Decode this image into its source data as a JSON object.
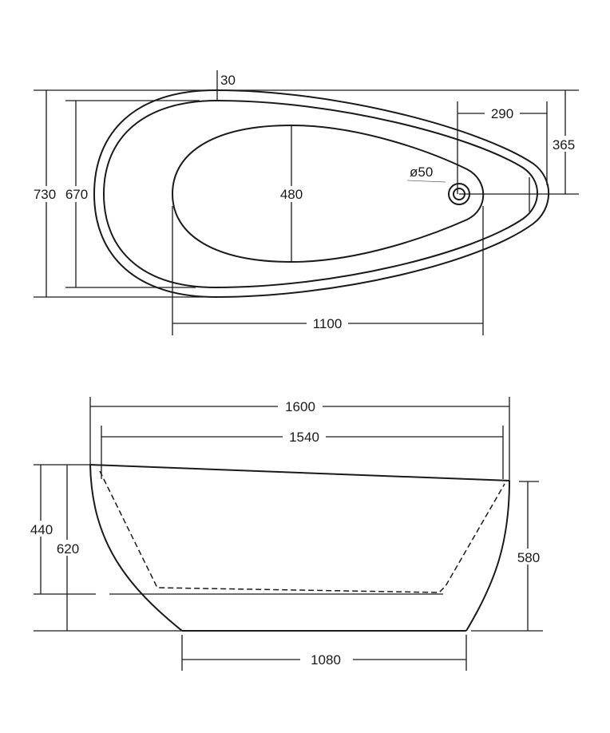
{
  "top_view": {
    "overall_width": "730",
    "inner_width": "670",
    "rim_thickness": "30",
    "basin_width": "480",
    "basin_length": "1100",
    "drain_offset_x": "290",
    "drain_offset_y": "365",
    "drain_diameter": "ø50"
  },
  "side_view": {
    "overall_length": "1600",
    "inner_length": "1540",
    "inner_depth": "440",
    "height_high_end": "620",
    "height_low_end": "580",
    "base_length": "1080"
  },
  "colors": {
    "line": "#1a1a1a",
    "background": "#ffffff"
  }
}
